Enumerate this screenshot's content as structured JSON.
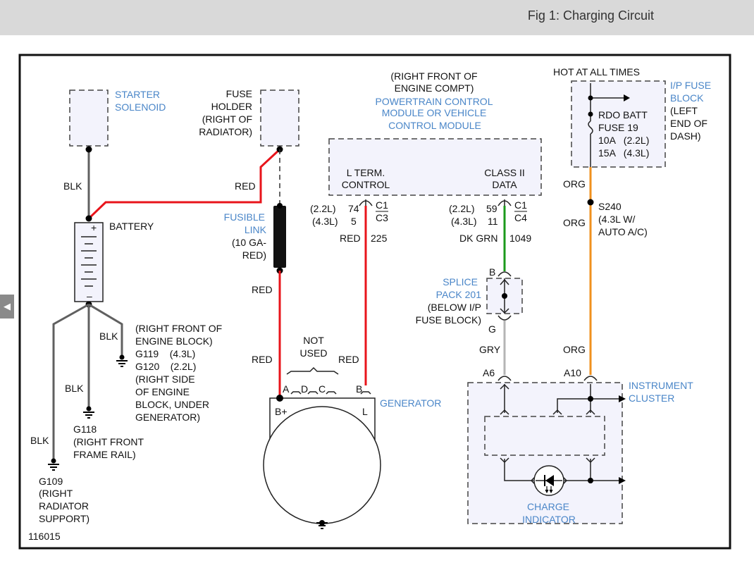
{
  "header": {
    "title": "Fig 1: Charging Circuit",
    "back_icon": "caret-left-icon"
  },
  "colors": {
    "red": "#e8141b",
    "gray_wire": "#606060",
    "light_gray_wire": "#b5b5b5",
    "green": "#1b9a1b",
    "orange": "#f0901e",
    "label_blue": "#4a86c8"
  },
  "starter": {
    "lines": [
      "STARTER",
      "SOLENOID"
    ],
    "wire": "BLK"
  },
  "fuse_holder": {
    "lines": [
      "FUSE",
      "HOLDER",
      "(RIGHT OF",
      "RADIATOR)"
    ],
    "wire": "RED"
  },
  "battery": {
    "label": "BATTERY",
    "plus": "+",
    "minus": "–"
  },
  "fusible_link": {
    "name": [
      "FUSIBLE",
      "LINK"
    ],
    "spec": [
      "(10 GA-",
      "RED)"
    ],
    "wire_a": "RED",
    "wire_b": "RED"
  },
  "grounds": {
    "g119": {
      "wire": "BLK",
      "lines": [
        "(RIGHT FRONT OF",
        "ENGINE BLOCK)",
        "G119    (4.3L)",
        "G120    (2.2L)",
        "(RIGHT SIDE",
        "OF ENGINE",
        "BLOCK, UNDER",
        "GENERATOR)"
      ]
    },
    "g118": {
      "wire": "BLK",
      "lines": [
        "G118",
        "(RIGHT FRONT",
        "FRAME RAIL)"
      ]
    },
    "g109": {
      "wire": "BLK",
      "lines": [
        "G109",
        "(RIGHT",
        "RADIATOR",
        "SUPPORT)"
      ]
    }
  },
  "figure_number": "116015",
  "pcm": {
    "location": [
      "(RIGHT FRONT OF",
      "ENGINE COMPT)"
    ],
    "name": [
      "POWERTRAIN CONTROL",
      "MODULE OR VEHICLE",
      "CONTROL MODULE"
    ],
    "pin_l": {
      "label": [
        "L TERM.",
        "CONTROL"
      ],
      "e22": "(2.2L)",
      "p22": "74",
      "e43": "(4.3L)",
      "p43": "5",
      "c1": "C1",
      "c2": "C3",
      "wire": "RED",
      "circuit": "225"
    },
    "pin_data": {
      "label": [
        "CLASS II",
        "DATA"
      ],
      "e22": "(2.2L)",
      "p22": "59",
      "e43": "(4.3L)",
      "p43": "11",
      "c1": "C1",
      "c2": "C4",
      "wire": "DK GRN",
      "circuit": "1049"
    }
  },
  "splice": {
    "top": "B",
    "name": [
      "SPLICE",
      "PACK 201"
    ],
    "loc": [
      "(BELOW I/P",
      "FUSE BLOCK)"
    ],
    "bottom": "G",
    "wire": "GRY",
    "pin": "A6"
  },
  "fuse_block": {
    "hot": "HOT AT ALL TIMES",
    "name": [
      "I/P FUSE",
      "BLOCK"
    ],
    "loc": [
      "(LEFT",
      "END OF",
      "DASH)"
    ],
    "fuse": [
      "RDO BATT",
      "FUSE 19",
      "10A   (2.2L)",
      "15A   (4.3L)"
    ]
  },
  "orange": {
    "wire1": "ORG",
    "splice": [
      "S240",
      "(4.3L W/",
      "AUTO A/C)"
    ],
    "wire2": "ORG",
    "wire3": "ORG",
    "pin": "A10"
  },
  "cluster": {
    "name": [
      "INSTRUMENT",
      "CLUSTER"
    ],
    "indicator": [
      "CHARGE",
      "INDICATOR"
    ]
  },
  "generator": {
    "name": "GENERATOR",
    "not_used": [
      "NOT",
      "USED"
    ],
    "pins": {
      "a": "A",
      "d": "D",
      "c": "C",
      "b": "B"
    },
    "bplus": "B+",
    "l": "L",
    "wire_l": "RED"
  }
}
